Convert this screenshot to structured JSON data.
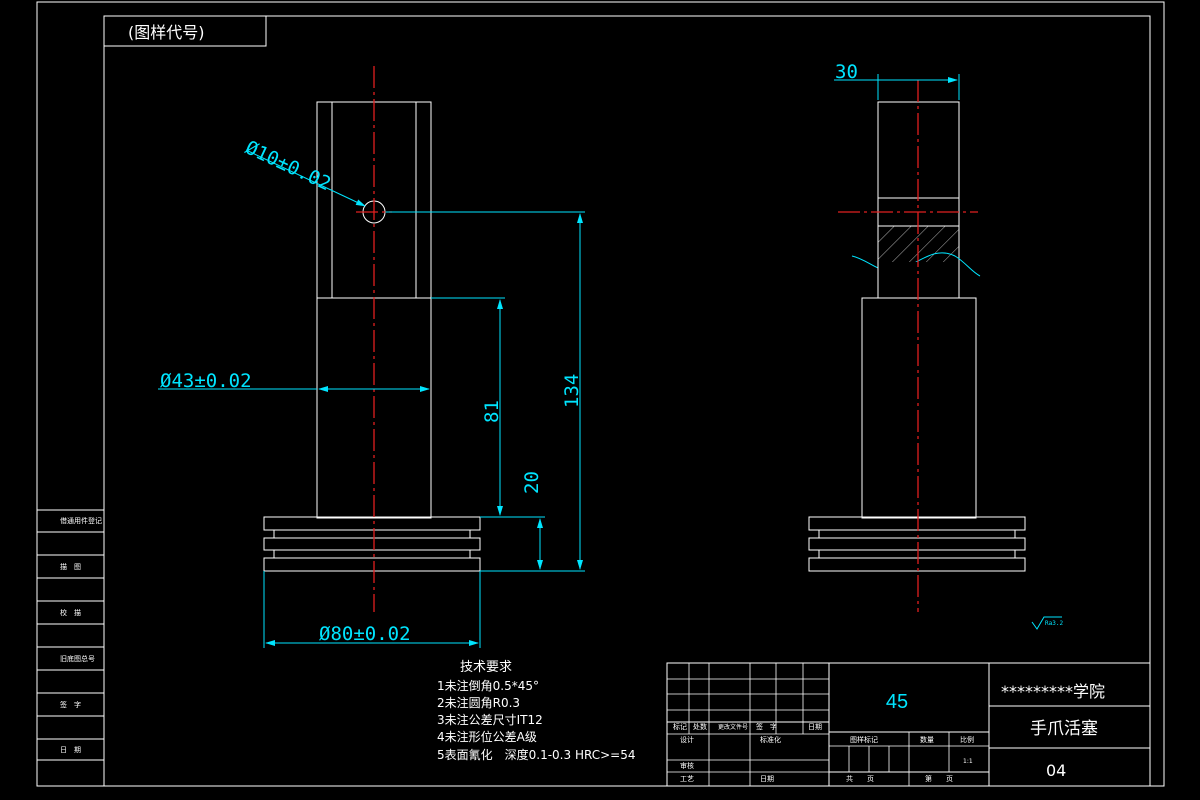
{
  "title_box": {
    "label": "(图样代号)"
  },
  "dimensions": {
    "hole_dia": "Ø10±0.02",
    "shaft_dia": "Ø43±0.02",
    "base_dia": "Ø80±0.02",
    "len_81": "81",
    "len_134": "134",
    "len_20": "20",
    "width_30": "30"
  },
  "roughness": {
    "value": "Ra3.2"
  },
  "left_strip": {
    "items": [
      "借通用件登记",
      "描　图",
      "校　描",
      "旧底图总号",
      "签　字",
      "日　期"
    ]
  },
  "tech_requirements": {
    "title": "技术要求",
    "items": [
      "1未注倒角0.5*45°",
      "2未注圆角R0.3",
      "3未注公差尺寸IT12",
      "4未注形位公差A级",
      "5表面氰化　深度0.1-0.3 HRC>=54"
    ]
  },
  "title_block": {
    "material": "45",
    "school": "*********学院",
    "part_name": "手爪活塞",
    "drawing_no": "04",
    "rev_headers": [
      "标记",
      "处数",
      "更改文件号",
      "签　字",
      "日期"
    ],
    "designer": "设计",
    "standardization": "标准化",
    "reviewer": "审核",
    "process": "工艺",
    "date_label": "日期",
    "stage_label": "图样标记",
    "weight_label": "数量",
    "scale_label": "比例",
    "scale_value": "1:1",
    "total_label": "共　　页",
    "sheet_label": "第　　页"
  }
}
